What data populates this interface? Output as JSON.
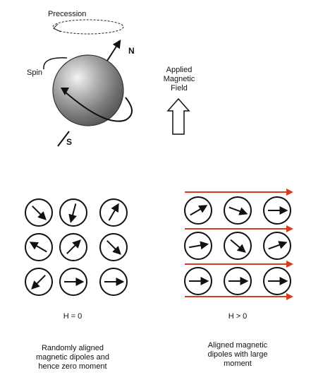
{
  "top": {
    "precession_label": "Precession",
    "spin_label": "Spin",
    "north_label": "N",
    "south_label": "S",
    "field_label_lines": [
      "Applied",
      "Magnetic",
      "Field"
    ]
  },
  "left_grid": {
    "arrow_angles_deg": [
      [
        45,
        105,
        -60
      ],
      [
        -150,
        -45,
        45
      ],
      [
        135,
        0,
        0
      ]
    ],
    "h_label": "H = 0",
    "caption_lines": [
      "Randomly aligned",
      "magnetic dipoles and",
      "hence zero moment"
    ]
  },
  "right_grid": {
    "arrow_angles_deg": [
      [
        -30,
        20,
        0
      ],
      [
        -10,
        40,
        -20
      ],
      [
        0,
        0,
        0
      ]
    ],
    "h_label": "H > 0",
    "caption_lines": [
      "Aligned magnetic",
      "dipoles with large",
      "moment"
    ]
  },
  "colors": {
    "field_line": "#d63a1e",
    "stroke": "#111111"
  }
}
